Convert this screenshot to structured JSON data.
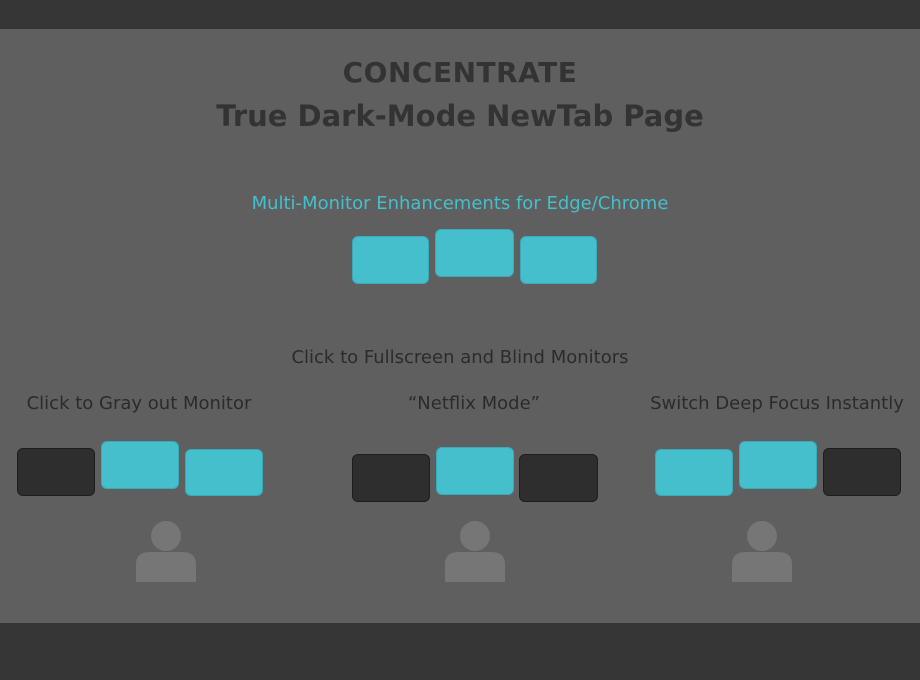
{
  "header": {
    "title_line1": "CONCENTRATE",
    "title_line2": "True Dark-Mode NewTab Page"
  },
  "hero": {
    "subtitle": "Multi-Monitor Enhancements for Edge/Chrome",
    "monitors": [
      "on",
      "on",
      "on"
    ]
  },
  "modes": {
    "heading": "Click to Fullscreen and Blind Monitors",
    "items": [
      {
        "caption": "Click to Gray out Monitor",
        "monitors": [
          "off",
          "on",
          "on"
        ]
      },
      {
        "caption": "“Netflix Mode”",
        "monitors": [
          "off",
          "on",
          "off"
        ]
      },
      {
        "caption": "Switch Deep Focus Instantly",
        "monitors": [
          "on",
          "on",
          "off"
        ]
      }
    ]
  },
  "colors": {
    "accent": "#45bfcc",
    "inactive_monitor": "#2e2e2e",
    "panel_bg": "#5f5f5f",
    "frame_bg": "#363636",
    "title_text": "#333333",
    "person_icon": "#767676"
  },
  "icons": {
    "person": "person-icon"
  }
}
